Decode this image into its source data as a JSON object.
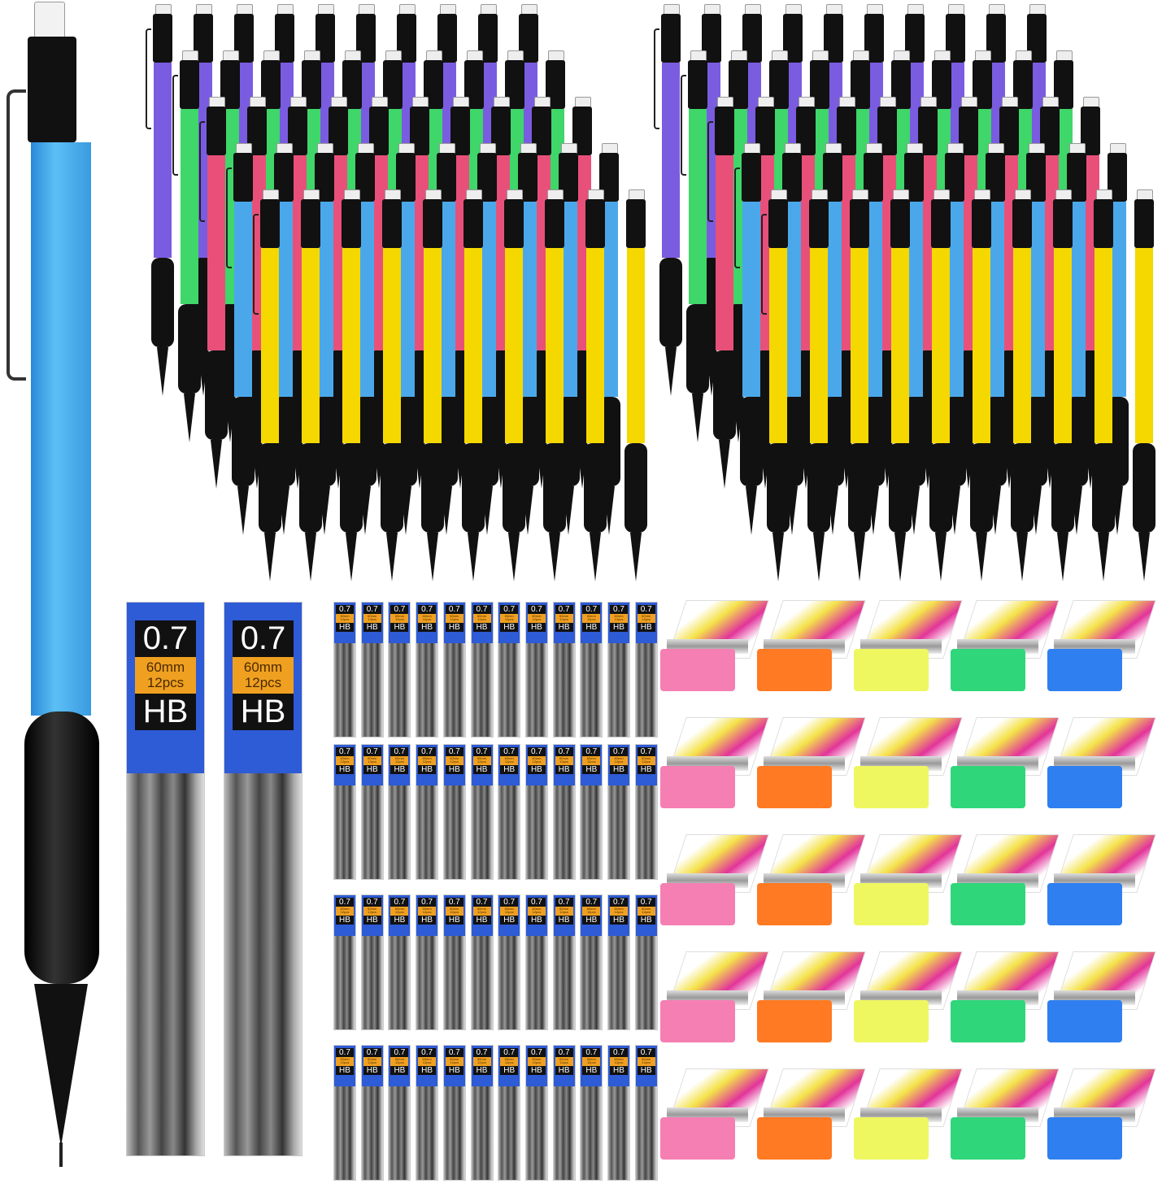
{
  "product": {
    "pencil_colors": {
      "purple": "#7a5ce0",
      "green": "#3fd66a",
      "pink": "#e8507a",
      "blue": "#4aa8ea",
      "yellow": "#f5d800"
    },
    "pencil_rows": [
      "purple",
      "green",
      "pink",
      "blue",
      "yellow"
    ],
    "eraser_colors": [
      "#f57fb2",
      "#ff7a22",
      "#eef760",
      "#2fd67a",
      "#2f7ff0"
    ],
    "lead_tube": {
      "size": "0.7",
      "length": "60mm",
      "count": "12pcs",
      "grade": "HB",
      "cap_color": "#2e5bd6",
      "band_color": "#f0a020"
    }
  }
}
